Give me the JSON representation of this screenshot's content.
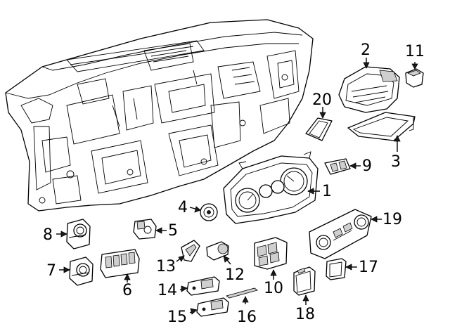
{
  "colors": {
    "line": "#000000",
    "background": "#ffffff",
    "shade": "#cfcfcf"
  },
  "callouts": [
    {
      "id": "1",
      "label": "1"
    },
    {
      "id": "2",
      "label": "2"
    },
    {
      "id": "3",
      "label": "3"
    },
    {
      "id": "4",
      "label": "4"
    },
    {
      "id": "5",
      "label": "5"
    },
    {
      "id": "6",
      "label": "6"
    },
    {
      "id": "7",
      "label": "7"
    },
    {
      "id": "8",
      "label": "8"
    },
    {
      "id": "9",
      "label": "9"
    },
    {
      "id": "10",
      "label": "10"
    },
    {
      "id": "11",
      "label": "11"
    },
    {
      "id": "12",
      "label": "12"
    },
    {
      "id": "13",
      "label": "13"
    },
    {
      "id": "14",
      "label": "14"
    },
    {
      "id": "15",
      "label": "15"
    },
    {
      "id": "16",
      "label": "16"
    },
    {
      "id": "17",
      "label": "17"
    },
    {
      "id": "18",
      "label": "18"
    },
    {
      "id": "19",
      "label": "19"
    },
    {
      "id": "20",
      "label": "20"
    }
  ]
}
